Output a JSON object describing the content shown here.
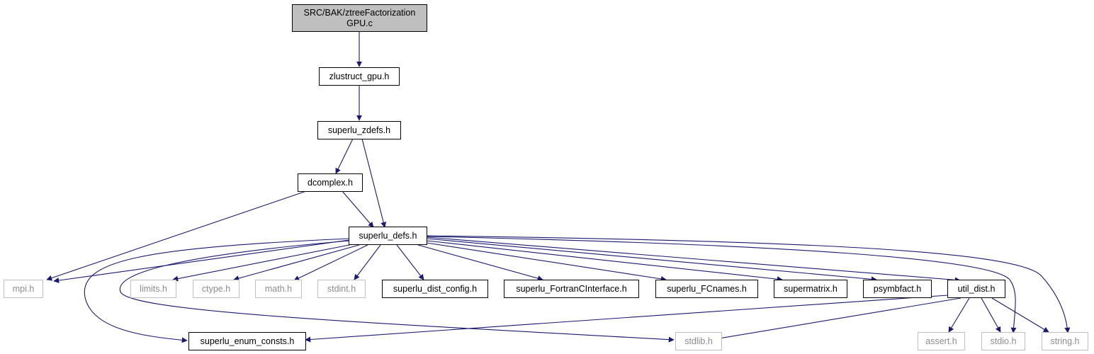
{
  "root": {
    "line1": "SRC/BAK/ztreeFactorization",
    "line2": "GPU.c"
  },
  "nodes": {
    "zlustruct_gpu": "zlustruct_gpu.h",
    "superlu_zdefs": "superlu_zdefs.h",
    "dcomplex": "dcomplex.h",
    "superlu_defs": "superlu_defs.h",
    "mpi": "mpi.h",
    "limits": "limits.h",
    "ctype": "ctype.h",
    "math": "math.h",
    "stdint": "stdint.h",
    "superlu_dist_config": "superlu_dist_config.h",
    "superlu_FortranCInterface": "superlu_FortranCInterface.h",
    "superlu_FCnames": "superlu_FCnames.h",
    "supermatrix": "supermatrix.h",
    "psymbfact": "psymbfact.h",
    "util_dist": "util_dist.h",
    "superlu_enum_consts": "superlu_enum_consts.h",
    "stdlib": "stdlib.h",
    "assert": "assert.h",
    "stdio": "stdio.h",
    "string": "string.h"
  },
  "colors": {
    "edge": "#191970",
    "root_fill": "#bfbfbf",
    "missing_border": "#bfbfbf",
    "missing_text": "#8c8c8c"
  }
}
